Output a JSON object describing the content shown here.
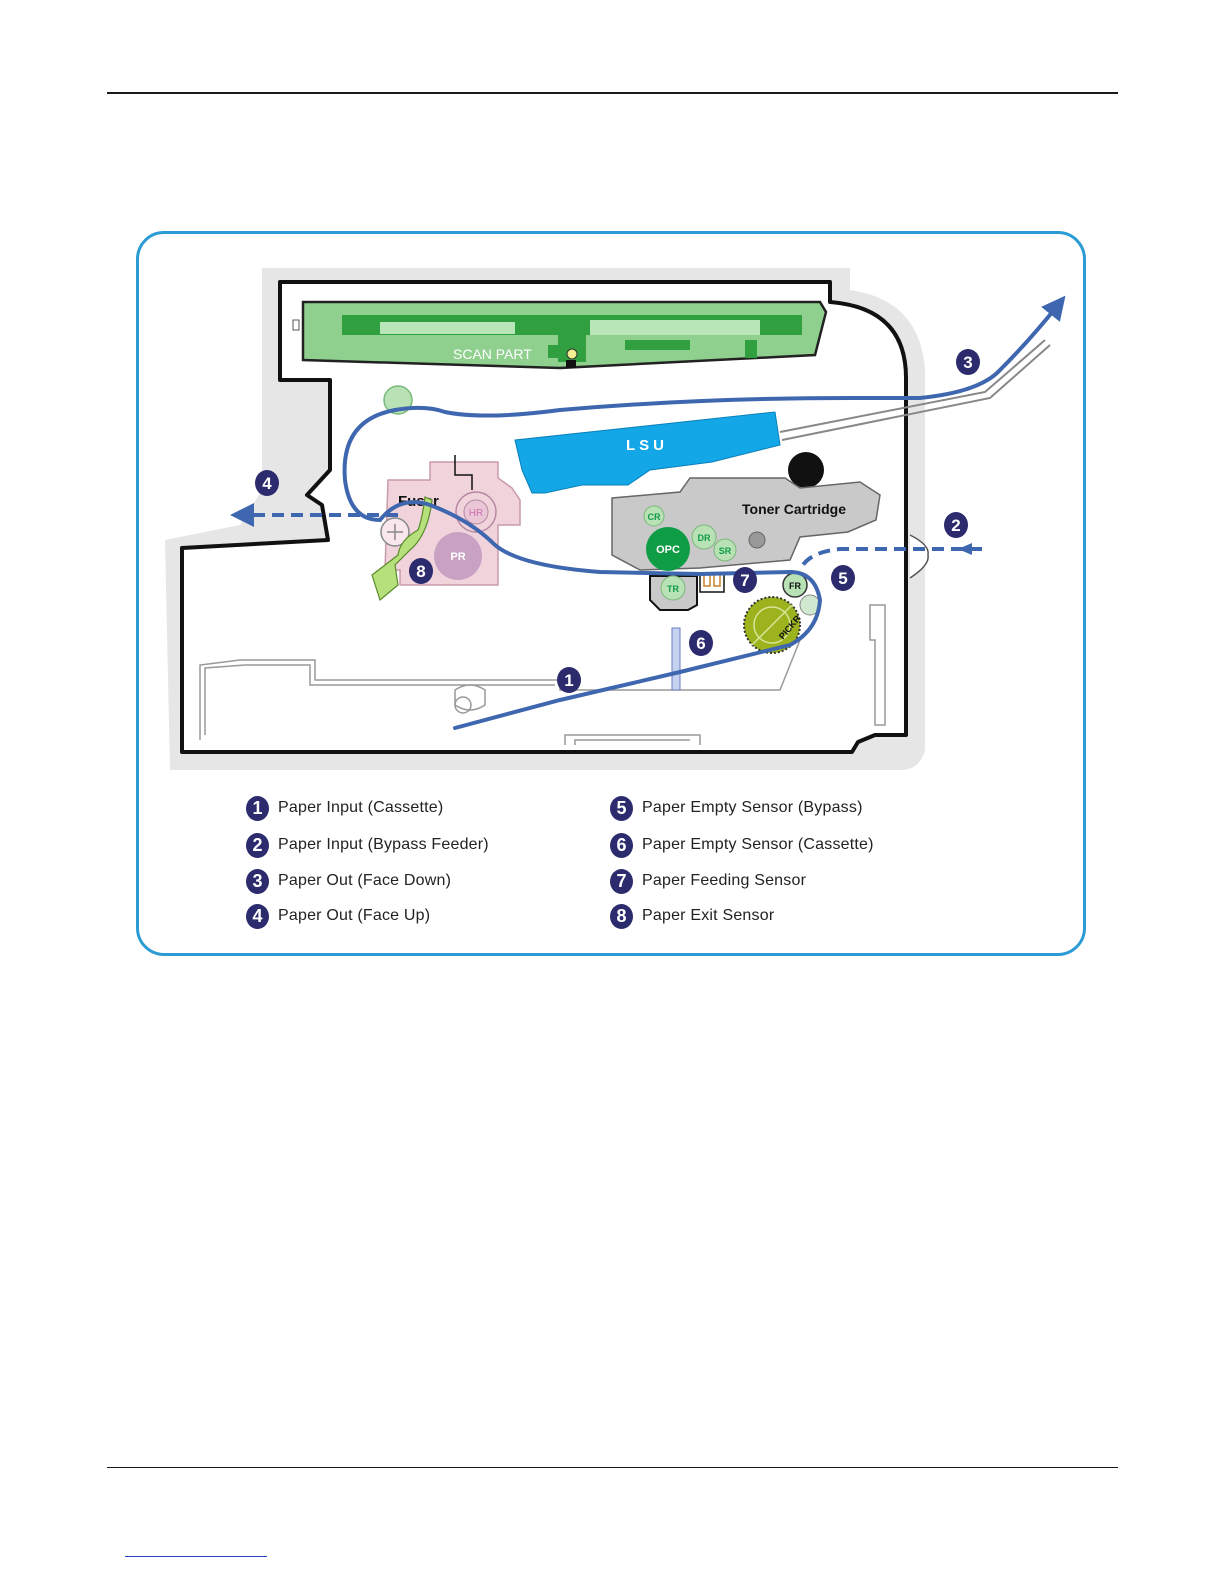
{
  "diagram": {
    "labels": {
      "scan_part": "SCAN PART",
      "lsu": "LSU",
      "toner_cartridge": "Toner Cartridge",
      "fuser": "Fuser",
      "hr": "HR",
      "pr": "PR",
      "cr": "CR",
      "opc": "OPC",
      "dr": "DR",
      "sr": "SR",
      "tr": "TR",
      "fr": "FR",
      "pickr": "PICKR"
    },
    "markers": [
      "1",
      "2",
      "3",
      "4",
      "5",
      "6",
      "7",
      "8"
    ]
  },
  "legend": [
    {
      "num": "1",
      "label": "Paper Input (Cassette)"
    },
    {
      "num": "2",
      "label": "Paper Input (Bypass Feeder)"
    },
    {
      "num": "3",
      "label": "Paper Out (Face Down)"
    },
    {
      "num": "4",
      "label": "Paper Out (Face Up)"
    },
    {
      "num": "5",
      "label": "Paper Empty Sensor (Bypass)"
    },
    {
      "num": "6",
      "label": "Paper Empty Sensor (Cassette)"
    },
    {
      "num": "7",
      "label": "Paper Feeding Sensor"
    },
    {
      "num": "8",
      "label": "Paper Exit Sensor"
    }
  ],
  "colors": {
    "frame": "#2a9bd4",
    "paper_path": "#3f67b0",
    "lsu": "#13a7e8",
    "scan_part": "#8fd08f",
    "fuser": "#f1d3dc",
    "toner": "#c9c9c9",
    "roller_dark": "#0e9c45",
    "roller_light": "#b8e2b5",
    "pickup": "#9cb31d",
    "badge": "#2b2b6e"
  }
}
